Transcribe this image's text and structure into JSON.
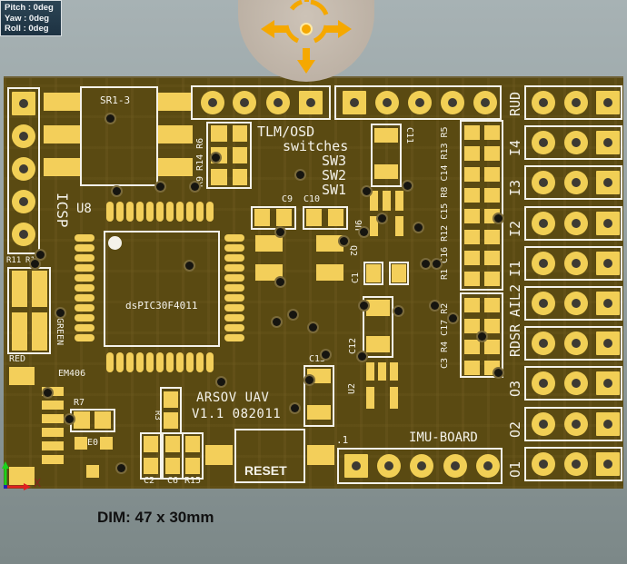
{
  "hud": {
    "pitch": "Pitch : 0deg",
    "yaw": "Yaw : 0deg",
    "roll": "Roll : 0deg"
  },
  "nav_widget": {
    "icon": "move-crosshair-icon",
    "accent_color": "#f5a800"
  },
  "board": {
    "title_line1": "ARSOV UAV",
    "title_line2": "V1.1  082011",
    "colors": {
      "substrate": "#5a4a12",
      "copper_pad": "#f3cf5a",
      "silkscreen": "#f4f2ea"
    },
    "labels": {
      "sr": "SR1-3",
      "icsp": "ICSP",
      "u8": "U8",
      "mcu": "dsPIC30F4011",
      "tlm": "TLM/OSD",
      "switches": "switches",
      "sw3": "SW3",
      "sw2": "SW2",
      "sw1": "SW1",
      "r_top": "R9 R14 R6",
      "c9": "C9",
      "c10": "C10",
      "c11": "C11",
      "u6": "U6",
      "q2": "Q2",
      "c1": "C1",
      "c12": "C12",
      "c13": "C13",
      "u2": "U2",
      "r11": "R11",
      "r10": "R10",
      "green": "GREEN",
      "red": "RED",
      "em406": "EM406",
      "r7": "R7",
      "e0": "E0",
      "r3": "R3",
      "c2": "C2",
      "c6": "C6",
      "r15": "R15",
      "reset": "RESET",
      "imu": "IMU-BOARD",
      "pin1": ".1",
      "right_col1": "R1 C16 R12 C15 R8 C14 R13 R5",
      "right_col2": "C3 R4 C17 R2"
    },
    "connectors": [
      "RUD",
      "I4",
      "I3",
      "I2",
      "I1",
      "AIL2",
      "RDSR",
      "O3",
      "O2",
      "O1"
    ]
  },
  "axis": {
    "x_label": "X"
  },
  "footer": {
    "dimension": "DIM: 47 x 30mm"
  }
}
